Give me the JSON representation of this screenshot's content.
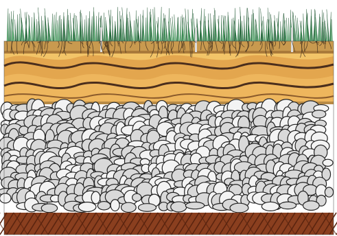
{
  "illustration": {
    "description_items": [
      "grass-layer",
      "soil-and-sand-layers",
      "gravel-layer",
      "subsoil-base"
    ],
    "colors": {
      "background": "#ffffff",
      "grass_dark": "#1f6f3a",
      "grass_mid": "#2f8f4e",
      "grass_light": "#5fbf7a",
      "soil_top": "#c99a4f",
      "sand_yellow": "#f2c468",
      "sand_orange": "#e0a14a",
      "band_brown": "#4b2e1c",
      "gravel_fill": "#d9d9d9",
      "gravel_highlight": "#f3f3f3",
      "gravel_outline": "#222222",
      "base_brown": "#8a3f1f",
      "base_lines": "#5a240f"
    }
  }
}
